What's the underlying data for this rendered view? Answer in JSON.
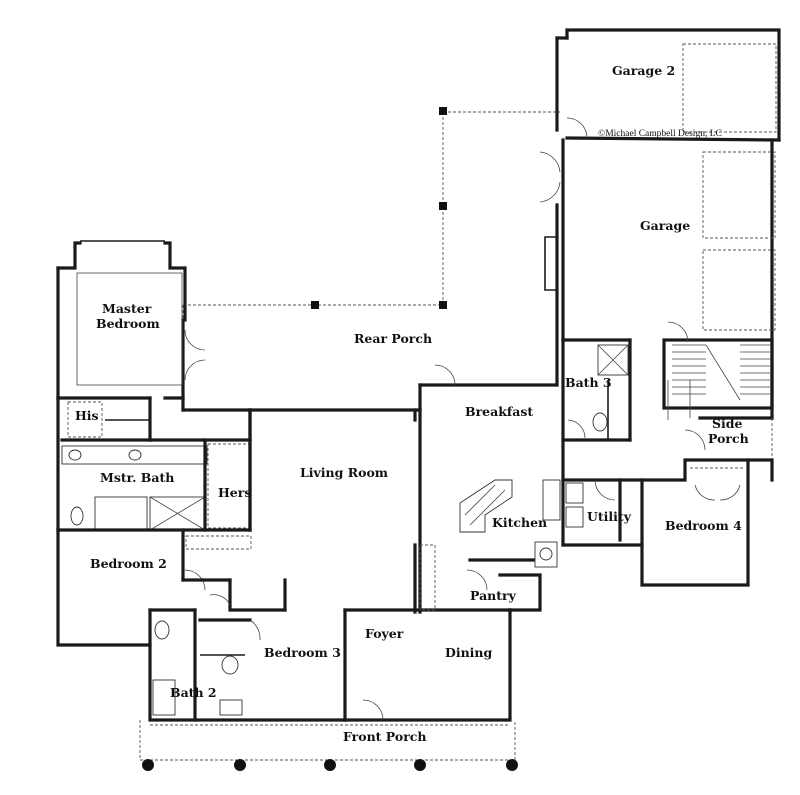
{
  "copyright": "©Michael Campbell Design, LC",
  "rooms": {
    "garage_2": "Garage 2",
    "garage": "Garage",
    "rear_porch": "Rear Porch",
    "master_bedroom_line1": "Master",
    "master_bedroom_line2": "Bedroom",
    "his": "His",
    "mstr_bath": "Mstr. Bath",
    "hers": "Hers",
    "living_room": "Living Room",
    "breakfast": "Breakfast",
    "bath_3": "Bath 3",
    "side_porch_line1": "Side",
    "side_porch_line2": "Porch",
    "kitchen": "Kitchen",
    "utility": "Utility",
    "bedroom_4": "Bedroom 4",
    "bedroom_2": "Bedroom 2",
    "pantry": "Pantry",
    "foyer": "Foyer",
    "dining": "Dining",
    "bedroom_3": "Bedroom 3",
    "bath_2": "Bath 2",
    "front_porch": "Front Porch"
  }
}
